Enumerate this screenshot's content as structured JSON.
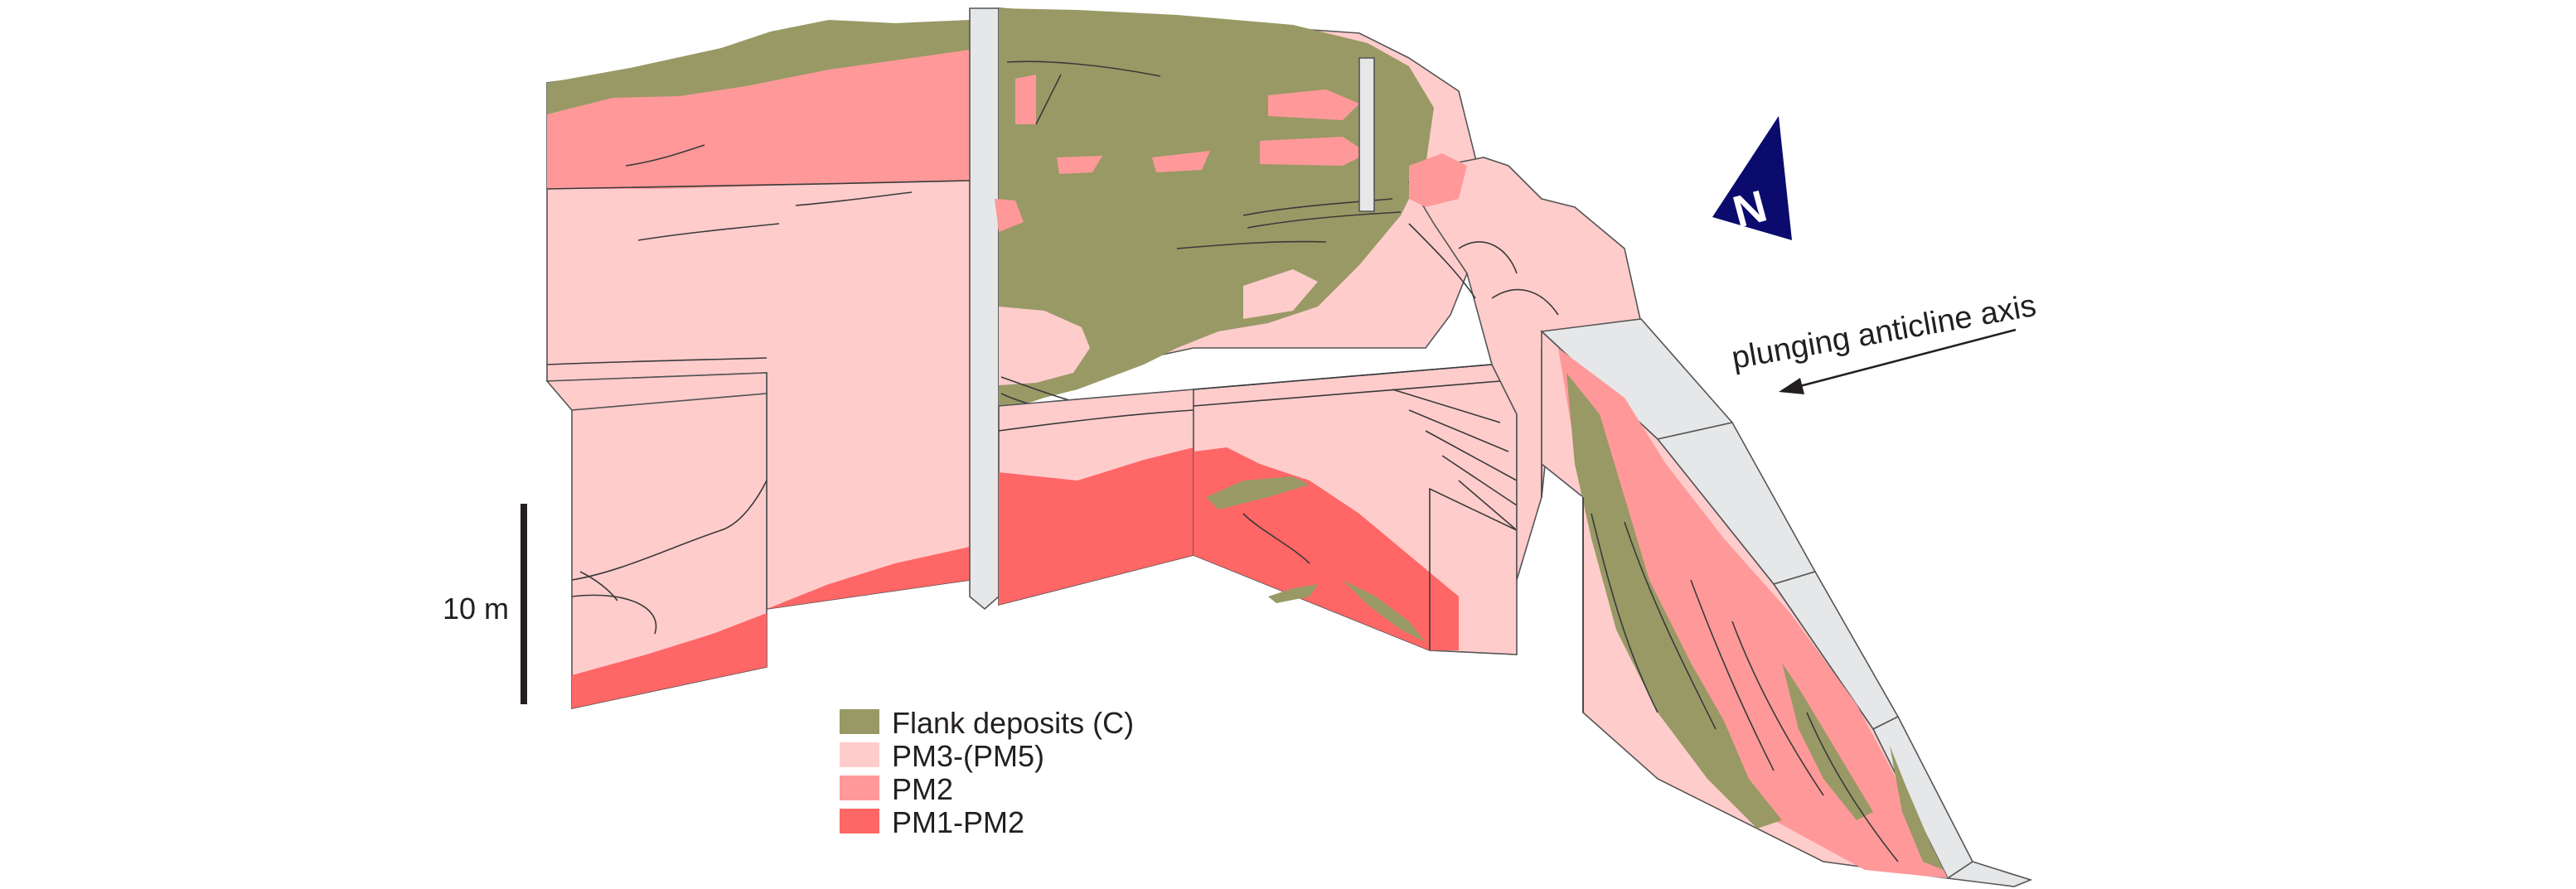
{
  "colors": {
    "flank": "#999966",
    "pm3_pm5": "#ffcccc",
    "pm2": "#ff9999",
    "pm1_pm2": "#ff6666",
    "grey": "#e6e7e8",
    "north": "#0b0b6e"
  },
  "scale_bar": {
    "label": "10 m"
  },
  "north_arrow": {
    "label": "N"
  },
  "axis_annotation": {
    "label": "plunging anticline axis"
  },
  "legend": [
    {
      "key": "flank",
      "label": "Flank deposits (C)"
    },
    {
      "key": "pm3_pm5",
      "label": "PM3-(PM5)"
    },
    {
      "key": "pm2",
      "label": "PM2"
    },
    {
      "key": "pm1_pm2",
      "label": "PM1-PM2"
    }
  ]
}
